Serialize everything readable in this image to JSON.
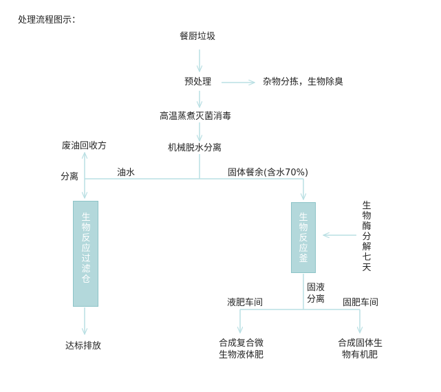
{
  "title": "处理流程图示：",
  "nodes": {
    "kitchen_waste": "餐厨垃圾",
    "pretreatment": "预处理",
    "sorting": "杂物分拣，生物除臭",
    "sterilize": "高温蒸煮灭菌消毒",
    "dewater": "机械脱水分离",
    "waste_oil": "废油回收方",
    "separate": "分离",
    "oil_water": "油水",
    "solid_residue": "固体餐余(含水70%)",
    "filter_tank": "生物反应过滤仓",
    "reactor": "生物反应釜",
    "enzyme": "生物酶分解七天",
    "solid_liquid_1": "固液",
    "solid_liquid_2": "分离",
    "liquid_workshop": "液肥车间",
    "solid_workshop": "固肥车间",
    "discharge": "达标排放",
    "liquid_fert_1": "合成复合微",
    "liquid_fert_2": "生物液体肥",
    "solid_fert_1": "合成固体生",
    "solid_fert_2": "物有机肥"
  },
  "colors": {
    "box_fill": "#b3d8db",
    "box_border": "#8cc3c7",
    "line": "#b9dfe3",
    "text": "#222222"
  }
}
